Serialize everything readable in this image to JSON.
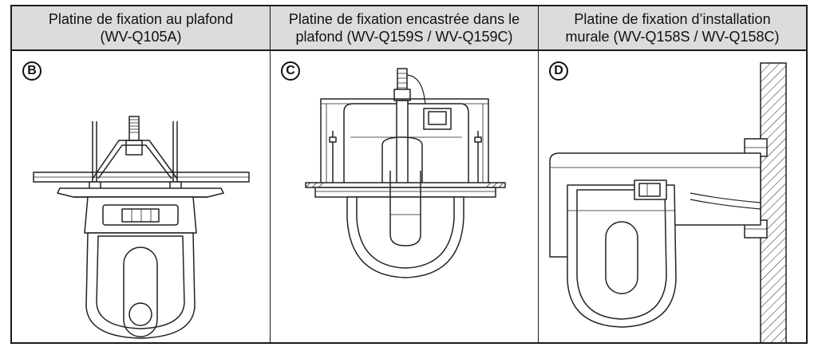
{
  "columns": [
    {
      "title_line1": "Platine de fixation au plafond",
      "title_line2": "(WV-Q105A)",
      "badge": "B"
    },
    {
      "title_line1": "Platine de fixation encastrée dans le",
      "title_line2": "plafond (WV-Q159S / WV-Q159C)",
      "badge": "C"
    },
    {
      "title_line1": "Platine de fixation d’installation",
      "title_line2": "murale (WV-Q158S / WV-Q158C)",
      "badge": "D"
    }
  ]
}
